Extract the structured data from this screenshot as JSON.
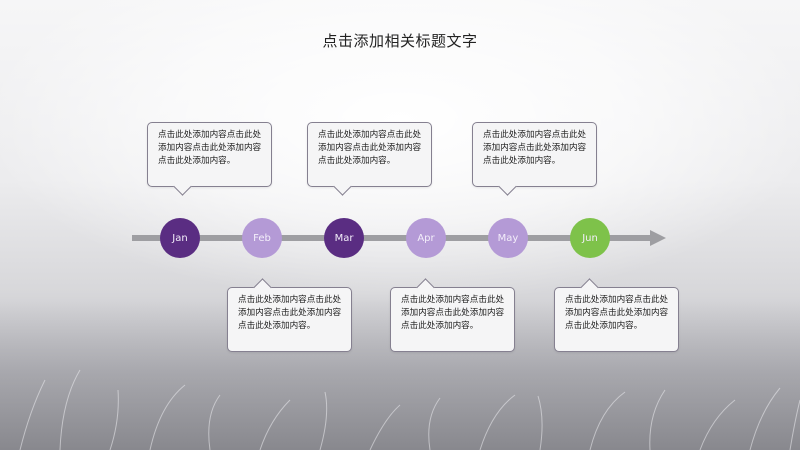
{
  "title": "点击添加相关标题文字",
  "colors": {
    "dark_purple": "#5a2d82",
    "light_purple": "#b49ad6",
    "green": "#7ec24a",
    "line_gray": "#9e9ea2"
  },
  "milestones": [
    {
      "label": "Jan",
      "color": "#5a2d82"
    },
    {
      "label": "Feb",
      "color": "#b49ad6"
    },
    {
      "label": "Mar",
      "color": "#5a2d82"
    },
    {
      "label": "Apr",
      "color": "#b49ad6"
    },
    {
      "label": "May",
      "color": "#b49ad6"
    },
    {
      "label": "Jun",
      "color": "#7ec24a"
    }
  ],
  "callouts_top": [
    {
      "text": "点击此处添加内容点击此处添加内容点击此处添加内容点击此处添加内容。"
    },
    {
      "text": "点击此处添加内容点击此处添加内容点击此处添加内容点击此处添加内容。"
    },
    {
      "text": "点击此处添加内容点击此处添加内容点击此处添加内容点击此处添加内容。"
    }
  ],
  "callouts_bottom": [
    {
      "text": "点击此处添加内容点击此处添加内容点击此处添加内容点击此处添加内容。"
    },
    {
      "text": "点击此处添加内容点击此处添加内容点击此处添加内容点击此处添加内容。"
    },
    {
      "text": "点击此处添加内容点击此处添加内容点击此处添加内容点击此处添加内容。"
    }
  ]
}
